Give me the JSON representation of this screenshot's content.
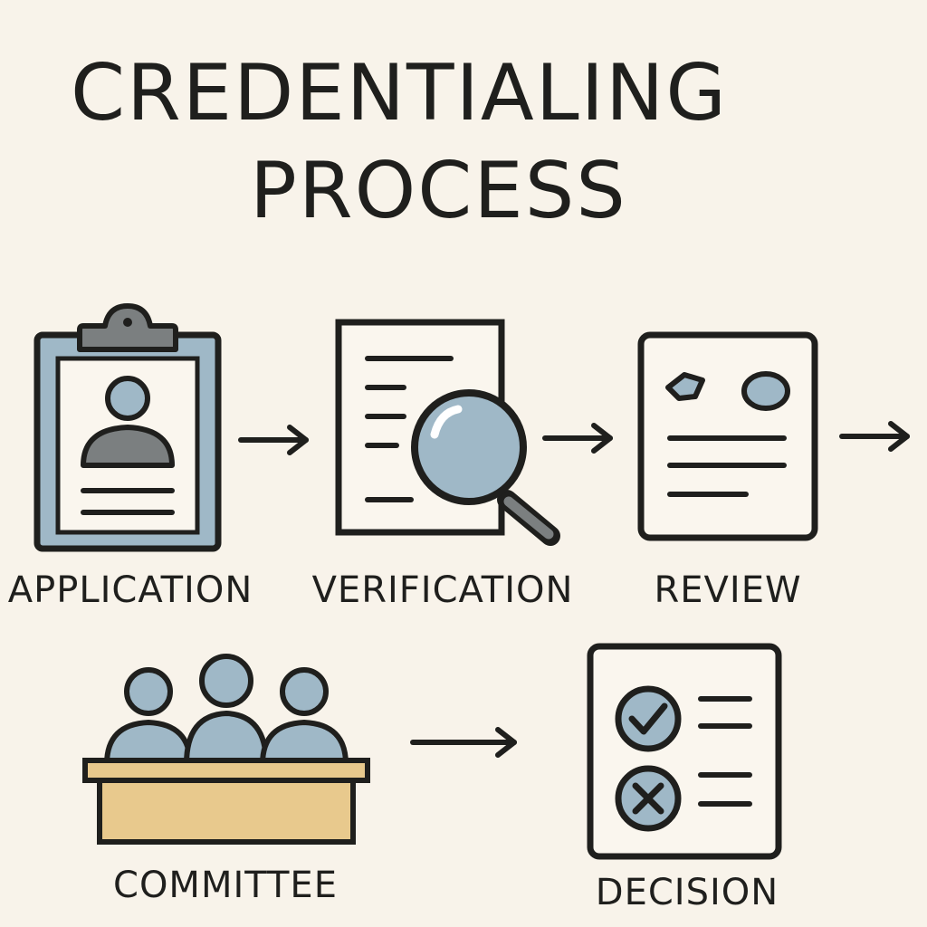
{
  "title": {
    "line1": "CREDENTIALING",
    "line2": "PROCESS"
  },
  "steps": [
    {
      "label": "APPLICATION",
      "icon": "clipboard-profile-icon"
    },
    {
      "label": "VERIFICATION",
      "icon": "document-magnifier-icon"
    },
    {
      "label": "REVIEW",
      "icon": "review-document-icon"
    },
    {
      "label": "COMMITTEE",
      "icon": "committee-people-icon"
    },
    {
      "label": "DECISION",
      "icon": "decision-checklist-icon"
    }
  ],
  "colors": {
    "background": "#f8f3ea",
    "ink": "#1f1f1d",
    "blue_fill": "#9fb8c7",
    "dark_gray": "#7b7f80",
    "desk_fill": "#e8c98d",
    "paper": "#faf6ee"
  }
}
